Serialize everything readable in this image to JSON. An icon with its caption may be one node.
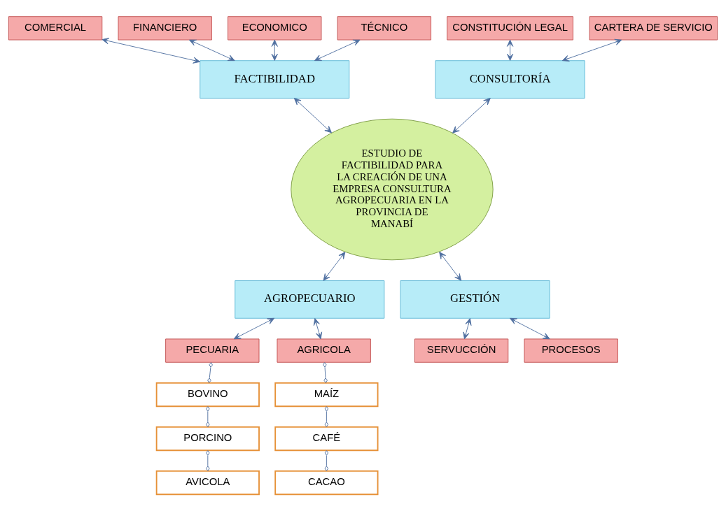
{
  "diagram": {
    "nodes": [
      {
        "text": [
          "ESTUDIO DE FACTIBILIDAD PARA LA CREACIÓN DE UNA EMPRESA CONSULTURA AGROPECUARIA EN LA PROVINCIA DE MANABÍ"
        ]
      },
      {
        "text": [
          "FACTIBILIDAD"
        ]
      },
      {
        "text": [
          "COMERCIAL"
        ]
      },
      {
        "text": [
          "FINANCIERO"
        ]
      },
      {
        "text": [
          "ECONOMICO"
        ]
      },
      {
        "text": [
          "TÉCNICO"
        ]
      },
      {
        "text": [
          "CONSULTORÍA"
        ]
      },
      {
        "text": [
          "CONSTITUCIÓN LEGAL"
        ]
      },
      {
        "text": [
          "CARTERA DE SERVICIO"
        ]
      },
      {
        "text": [
          "AGROPECUARIO"
        ]
      },
      {
        "text": [
          "PECUARIA"
        ]
      },
      {
        "text": [
          "AGRICOLA"
        ]
      },
      {
        "text": [
          "BOVINO"
        ]
      },
      {
        "text": [
          "PORCINO"
        ]
      },
      {
        "text": [
          "AVICOLA"
        ]
      },
      {
        "text": [
          "MAÍZ"
        ]
      },
      {
        "text": [
          "CAFÉ"
        ]
      },
      {
        "text": [
          "CACAO"
        ]
      },
      {
        "text": [
          "GESTIÓN"
        ]
      },
      {
        "text": [
          "SERVUCCIÓN"
        ]
      },
      {
        "text": [
          "PROCESOS"
        ]
      }
    ],
    "edges": [
      {
        "from": 2,
        "to": 1,
        "arrow": "both"
      },
      {
        "from": 3,
        "to": 1,
        "arrow": "both"
      },
      {
        "from": 4,
        "to": 1,
        "arrow": "both"
      },
      {
        "from": 5,
        "to": 1,
        "arrow": "both"
      },
      {
        "from": 7,
        "to": 6,
        "arrow": "both"
      },
      {
        "from": 8,
        "to": 6,
        "arrow": "both"
      },
      {
        "from": 1,
        "to": 0,
        "arrow": "both"
      },
      {
        "from": 6,
        "to": 0,
        "arrow": "both"
      },
      {
        "from": 0,
        "to": 9,
        "arrow": "both"
      },
      {
        "from": 0,
        "to": 18,
        "arrow": "both"
      },
      {
        "from": 9,
        "to": 10,
        "arrow": "both"
      },
      {
        "from": 9,
        "to": 11,
        "arrow": "both"
      },
      {
        "from": 10,
        "to": 12,
        "arrow": "other"
      },
      {
        "from": 12,
        "to": 13,
        "arrow": "other"
      },
      {
        "from": 13,
        "to": 14,
        "arrow": "other"
      },
      {
        "from": 11,
        "to": 15,
        "arrow": "other"
      },
      {
        "from": 15,
        "to": 16,
        "arrow": "other"
      },
      {
        "from": 16,
        "to": 17,
        "arrow": "other"
      },
      {
        "from": 18,
        "to": 19,
        "arrow": "both"
      },
      {
        "from": 18,
        "to": 20,
        "arrow": "both"
      }
    ]
  }
}
